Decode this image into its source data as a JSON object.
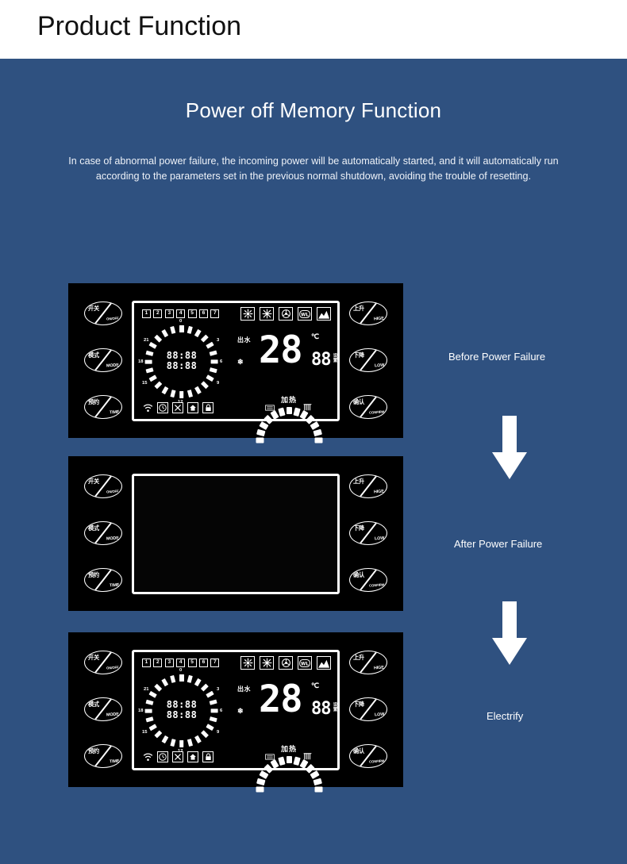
{
  "header": {
    "title": "Product Function"
  },
  "section": {
    "title": "Power off Memory Function",
    "description": "In case of abnormal power failure, the incoming power will be automatically started, and it will automatically run according to the parameters set in the previous normal shutdown, avoiding the trouble of resetting."
  },
  "colors": {
    "background": "#2f5180",
    "header_bg": "#ffffff",
    "panel_bg": "#000000",
    "lcd_stroke": "#ffffff",
    "text_light": "#ffffff"
  },
  "controller": {
    "buttons_left": [
      {
        "cn": "开关",
        "en": "ON/OFF",
        "name": "power"
      },
      {
        "cn": "模式",
        "en": "MODE",
        "name": "mode"
      },
      {
        "cn": "预约",
        "en": "TIME",
        "name": "timer"
      }
    ],
    "buttons_right": [
      {
        "cn": "上升",
        "en": "HIGE",
        "name": "up"
      },
      {
        "cn": "下降",
        "en": "LOW",
        "name": "down"
      },
      {
        "cn": "确认",
        "en": "CONFIRM",
        "name": "confirm"
      }
    ],
    "lcd": {
      "day_numbers": [
        "1",
        "2",
        "3",
        "4",
        "5",
        "6",
        "7"
      ],
      "mode_icons": [
        "heat-sun-icon",
        "cool-snowflake-icon",
        "fan-icon",
        "dehumidify-icon",
        "auto-icon"
      ],
      "status_icons": [
        "wifi-icon",
        "clock-icon",
        "fan-off-icon",
        "defrost-home-icon",
        "lock-icon"
      ],
      "dial": {
        "labels": [
          "0",
          "3",
          "6",
          "9",
          "12",
          "15",
          "18",
          "21"
        ],
        "digits_top": "88:88",
        "digits_bottom": "88:88"
      },
      "temperature": {
        "outlet_label": "出水",
        "snow_label": "❄",
        "value": "28",
        "unit": "℃",
        "secondary_value": "88",
        "set_label": "设置"
      },
      "gauge": {
        "label": "加热",
        "icon_left": "heater-bar-icon",
        "icon_right": "heater-coil-icon"
      }
    }
  },
  "annotations": [
    {
      "label": "Before Power Failure",
      "name": "before-power-failure-label"
    },
    {
      "label": "After Power Failure",
      "name": "after-power-failure-label"
    },
    {
      "label": "Electrify",
      "name": "electrify-label"
    }
  ],
  "arrows": [
    {
      "name": "down-arrow-1",
      "direction": "down"
    },
    {
      "name": "down-arrow-2",
      "direction": "down"
    }
  ]
}
